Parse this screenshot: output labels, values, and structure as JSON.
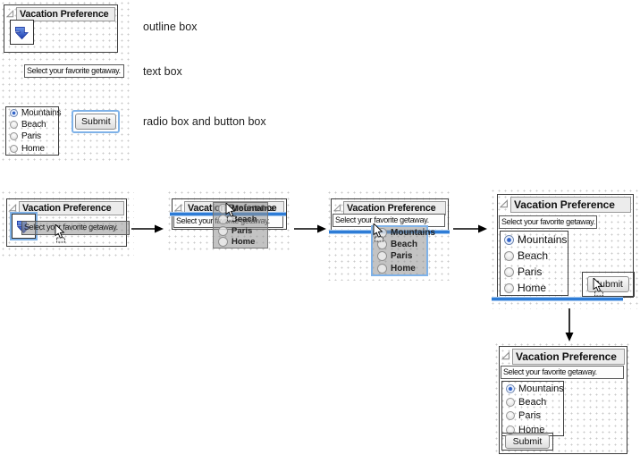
{
  "annotations": {
    "outline_box_label": "outline box",
    "text_box_label": "text box",
    "radio_button_box_label": "radio box and button box"
  },
  "panel": {
    "title": "Vacation Preference",
    "prompt": "Select your favorite getaway.",
    "submit_label": "Submit",
    "options": [
      "Mountains",
      "Beach",
      "Paris",
      "Home"
    ],
    "selected_option": "Mountains"
  },
  "icons": {
    "disclosure_triangle": "open-disclosure-triangle",
    "blue_drop_arrow": "drop-content-here-arrow",
    "drag_cursor": "drag-move-cursor",
    "flow_arrow_right": "next-step-arrow",
    "flow_arrow_down": "final-step-arrow"
  },
  "colors": {
    "insertion_line_blue": "#2e7cd6",
    "focus_ring_blue": "#7fb2e8",
    "drop_arrow_blue_top": "#6d96e6",
    "drop_arrow_blue_bottom": "#1c3cae",
    "header_bar_bg": "#ececec",
    "ghost_overlay": "rgba(145,145,145,0.55)",
    "dot_grid": "#c9c9c9",
    "radio_selected_dot": "#2f62c9"
  }
}
